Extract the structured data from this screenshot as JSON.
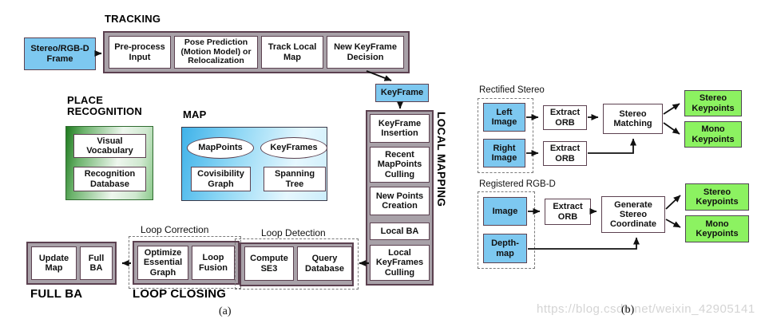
{
  "watermark": "https://blog.csdn.net/weixin_42905141",
  "colors": {
    "input_blue": "#7dc8f0",
    "keypoint_green": "#8cf261",
    "container_gray": "#a8a1a8",
    "box_border": "#5c4150"
  },
  "diagram_a": {
    "caption": "(a)",
    "input_frame_label": "Stereo/RGB-D Frame",
    "keyframe_label": "KeyFrame",
    "tracking": {
      "title": "TRACKING",
      "steps": [
        "Pre-process Input",
        "Pose Prediction (Motion Model) or Relocalization",
        "Track Local Map",
        "New KeyFrame Decision"
      ]
    },
    "place_recognition": {
      "title": "PLACE\nRECOGNITION",
      "items": [
        "Visual Vocabulary",
        "Recognition Database"
      ]
    },
    "map": {
      "title": "MAP",
      "ellipses": [
        "MapPoints",
        "KeyFrames"
      ],
      "boxes": [
        "Covisibility Graph",
        "Spanning Tree"
      ]
    },
    "local_mapping": {
      "title": "LOCAL MAPPING",
      "steps": [
        "KeyFrame Insertion",
        "Recent MapPoints Culling",
        "New Points Creation",
        "Local BA",
        "Local KeyFrames Culling"
      ]
    },
    "full_ba": {
      "title": "FULL BA",
      "steps": [
        "Update Map",
        "Full BA"
      ]
    },
    "loop_closing": {
      "title": "LOOP CLOSING",
      "correction_label": "Loop Correction",
      "correction_steps": [
        "Optimize Essential Graph",
        "Loop Fusion"
      ],
      "detection_label": "Loop Detection",
      "detection_steps": [
        "Compute SE3",
        "Query Database"
      ]
    }
  },
  "diagram_b": {
    "caption": "(b)",
    "rectified_stereo": {
      "label": "Rectified Stereo",
      "inputs": [
        "Left Image",
        "Right Image"
      ],
      "extract_labels": [
        "Extract ORB",
        "Extract ORB"
      ],
      "matcher": "Stereo Matching",
      "outputs": [
        "Stereo Keypoints",
        "Mono Keypoints"
      ]
    },
    "registered_rgbd": {
      "label": "Registered RGB-D",
      "inputs": [
        "Image",
        "Depth-map"
      ],
      "extract_label": "Extract ORB",
      "generator": "Generate Stereo Coordinate",
      "outputs": [
        "Stereo Keypoints",
        "Mono Keypoints"
      ]
    }
  }
}
